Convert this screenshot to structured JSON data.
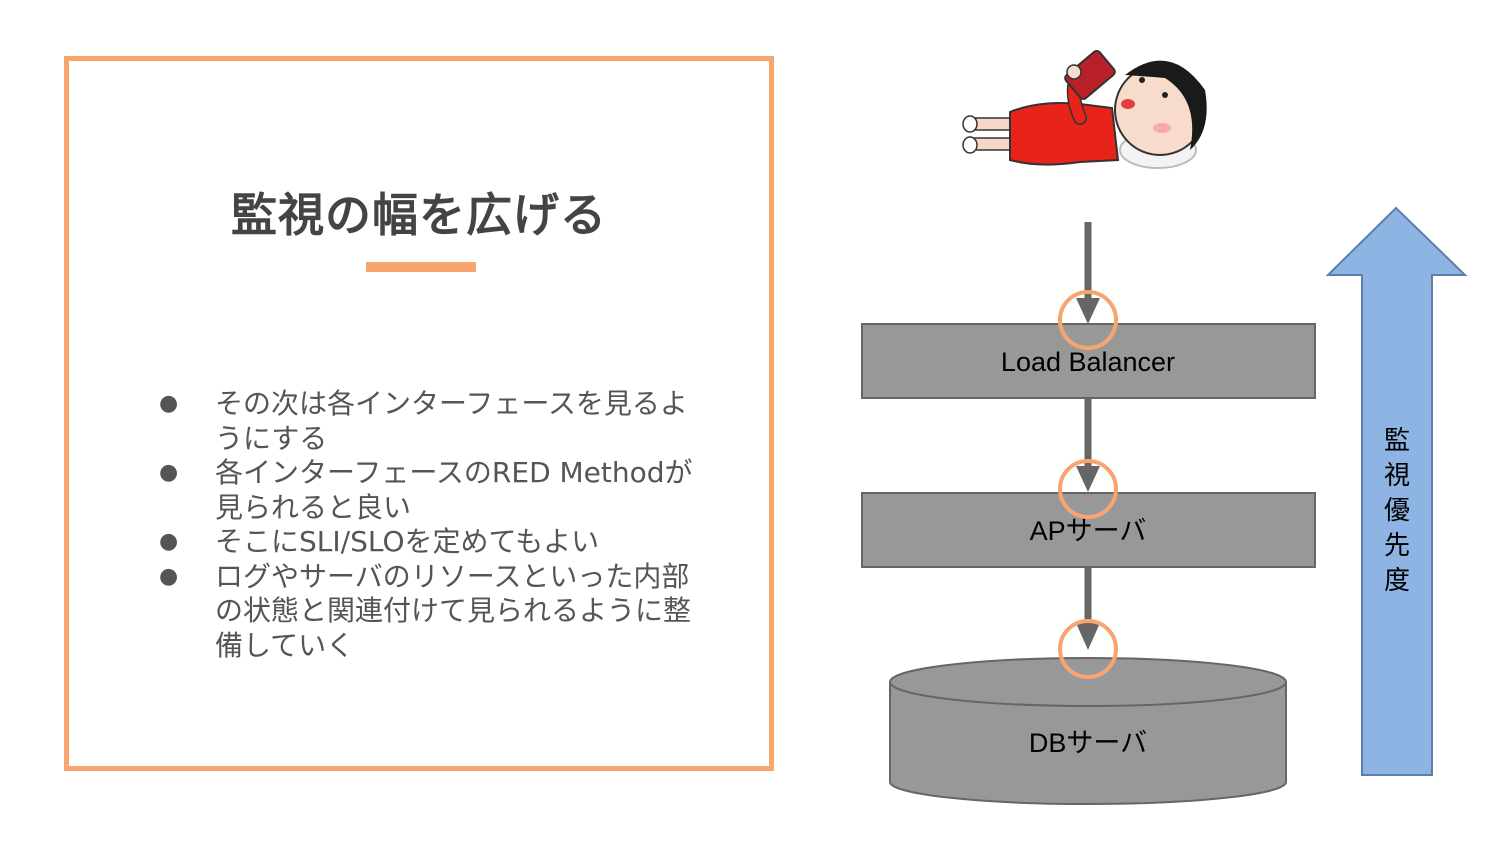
{
  "slide": {
    "title": "監視の幅を広げる",
    "bullets": [
      "その次は各インターフェースを見るようにする",
      "各インターフェースのRED Methodが見られると良い",
      "そこにSLI/SLOを定めてもよい",
      "ログやサーバのリソースといった内部の状態と関連付けて見られるように整備していく"
    ]
  },
  "diagram": {
    "components": [
      "Load Balancer",
      "APサーバ",
      "DBサーバ"
    ],
    "priority_label_chars": [
      "監",
      "視",
      "優",
      "先",
      "度"
    ]
  },
  "colors": {
    "accent": "#f6a66c",
    "box_fill": "#989898",
    "arrow_fill": "#8db4e2",
    "connector": "#666666"
  }
}
